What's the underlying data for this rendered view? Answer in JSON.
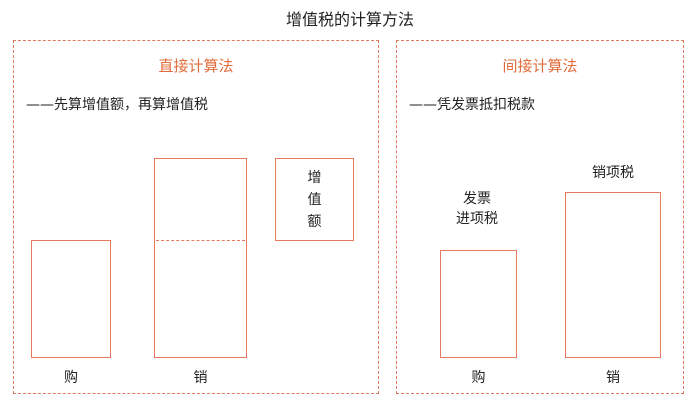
{
  "title": "增值税的计算方法",
  "direct": {
    "heading": "直接计算法",
    "subtitle": "——先算增值额，再算增值税",
    "purchase_label": "购",
    "sales_label": "销",
    "value_added_label": "增\n值\n额"
  },
  "indirect": {
    "heading": "间接计算法",
    "subtitle": "——凭发票抵扣税款",
    "input_tax_label_line1": "发票",
    "input_tax_label_line2": "进项税",
    "output_tax_label": "销项税",
    "purchase_label": "购",
    "sales_label": "销"
  },
  "colors": {
    "accent": "#e8785e",
    "heading": "#e06c3c",
    "text": "#222222"
  }
}
